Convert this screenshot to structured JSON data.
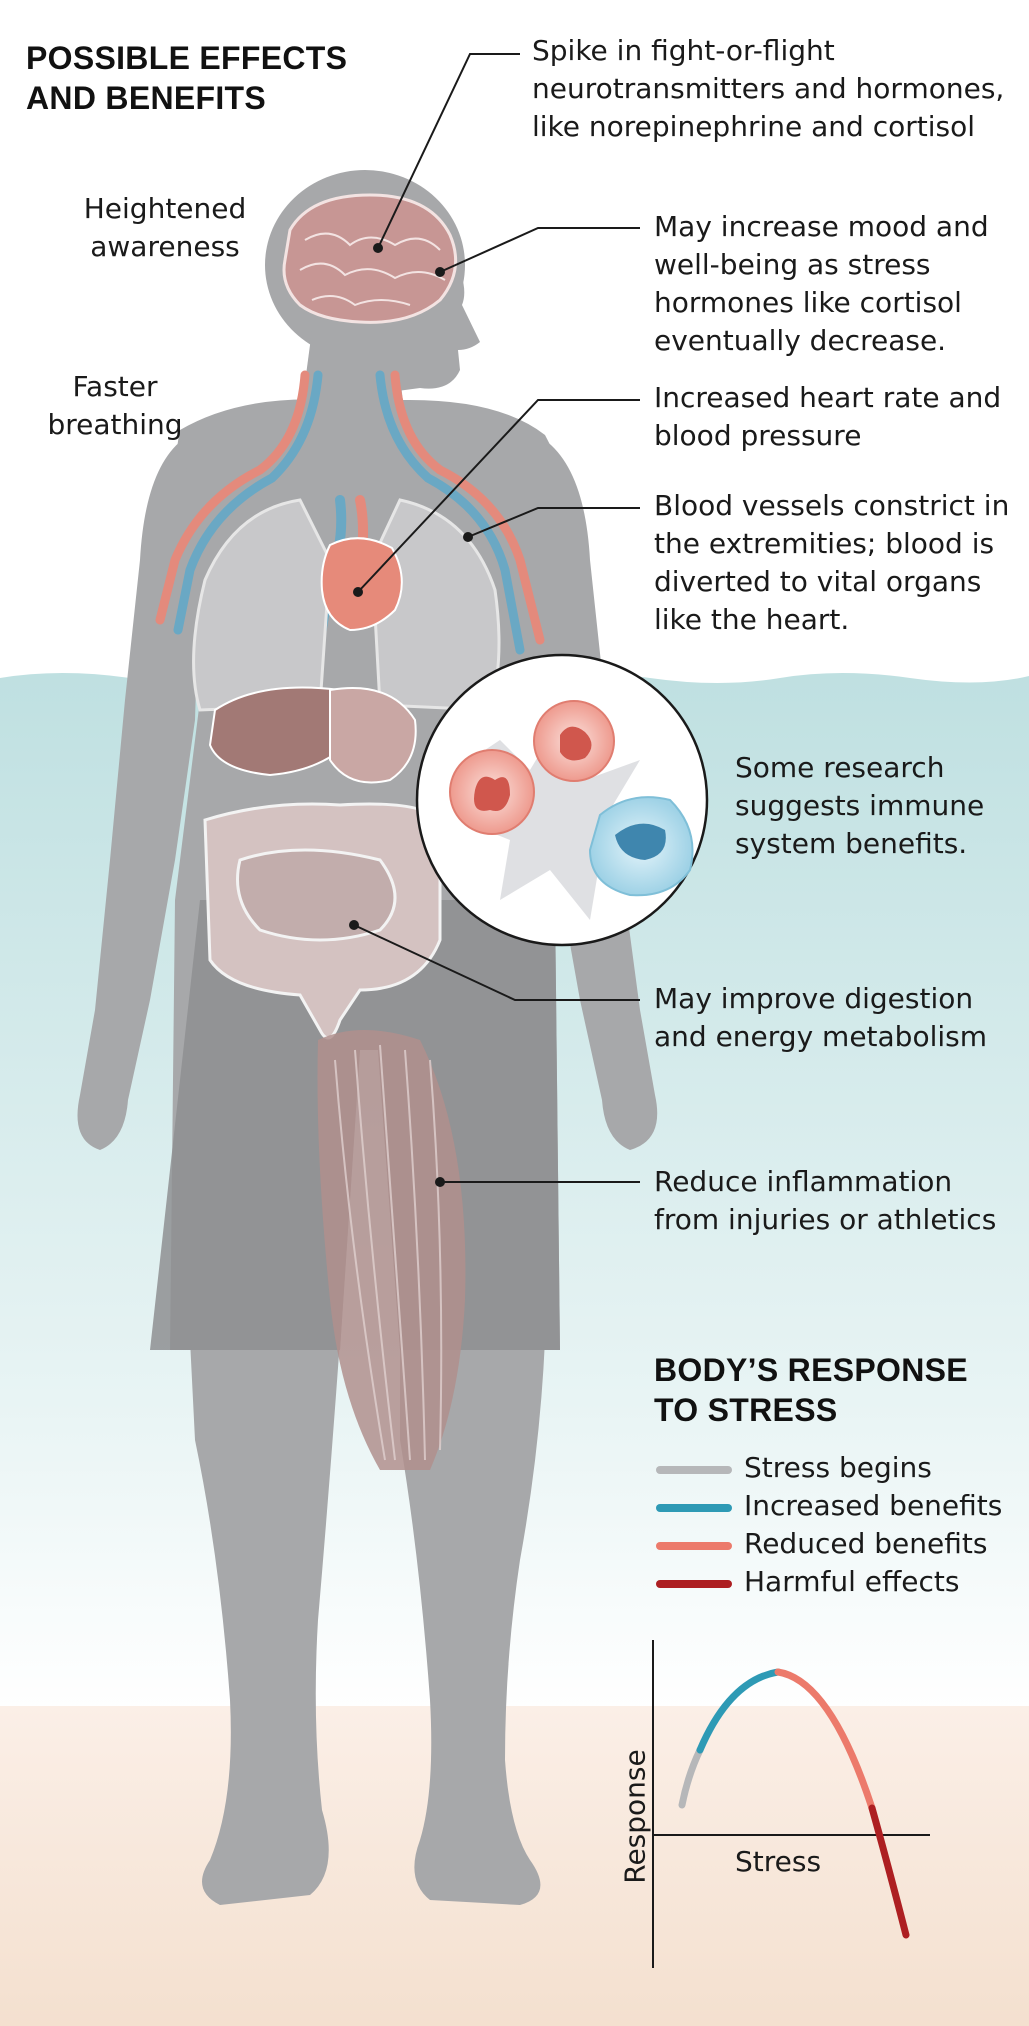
{
  "title": "POSSIBLE EFFECTS\nAND BENEFITS",
  "left_labels": {
    "awareness": "Heightened\nawareness",
    "breathing": "Faster\nbreathing"
  },
  "callouts": {
    "neurotransmitters": "Spike in fight-or-flight\nneurotransmitters and hormones,\nlike norepinephrine and cortisol",
    "mood": "May increase mood and\nwell-being as stress\nhormones like cortisol\neventually decrease.",
    "heart": "Increased heart rate and\nblood pressure",
    "vessels": "Blood vessels constrict in\nthe extremities; blood is\ndiverted to vital organs\nlike the heart.",
    "immune": "Some research\nsuggests immune\nsystem benefits.",
    "digestion": "May improve digestion\nand energy metabolism",
    "inflammation": "Reduce inflammation\nfrom injuries or athletics"
  },
  "legend": {
    "title": "BODY’S RESPONSE\nTO STRESS",
    "items": [
      {
        "label": "Stress begins",
        "color": "#b6b7b9"
      },
      {
        "label": "Increased benefits",
        "color": "#2e9ab5"
      },
      {
        "label": "Reduced benefits",
        "color": "#ec7a6b"
      },
      {
        "label": "Harmful effects",
        "color": "#ad1f22"
      }
    ]
  },
  "chart_data": {
    "type": "line",
    "xlabel": "Stress",
    "ylabel": "Response",
    "segments": [
      "Stress begins",
      "Increased benefits",
      "Reduced benefits",
      "Harmful effects"
    ]
  },
  "colors": {
    "body": "#a7a8aa",
    "water": "#c6e4e4",
    "sand": "#f5e4d6",
    "artery": "#e48a7c",
    "vein": "#6aa8c4"
  }
}
